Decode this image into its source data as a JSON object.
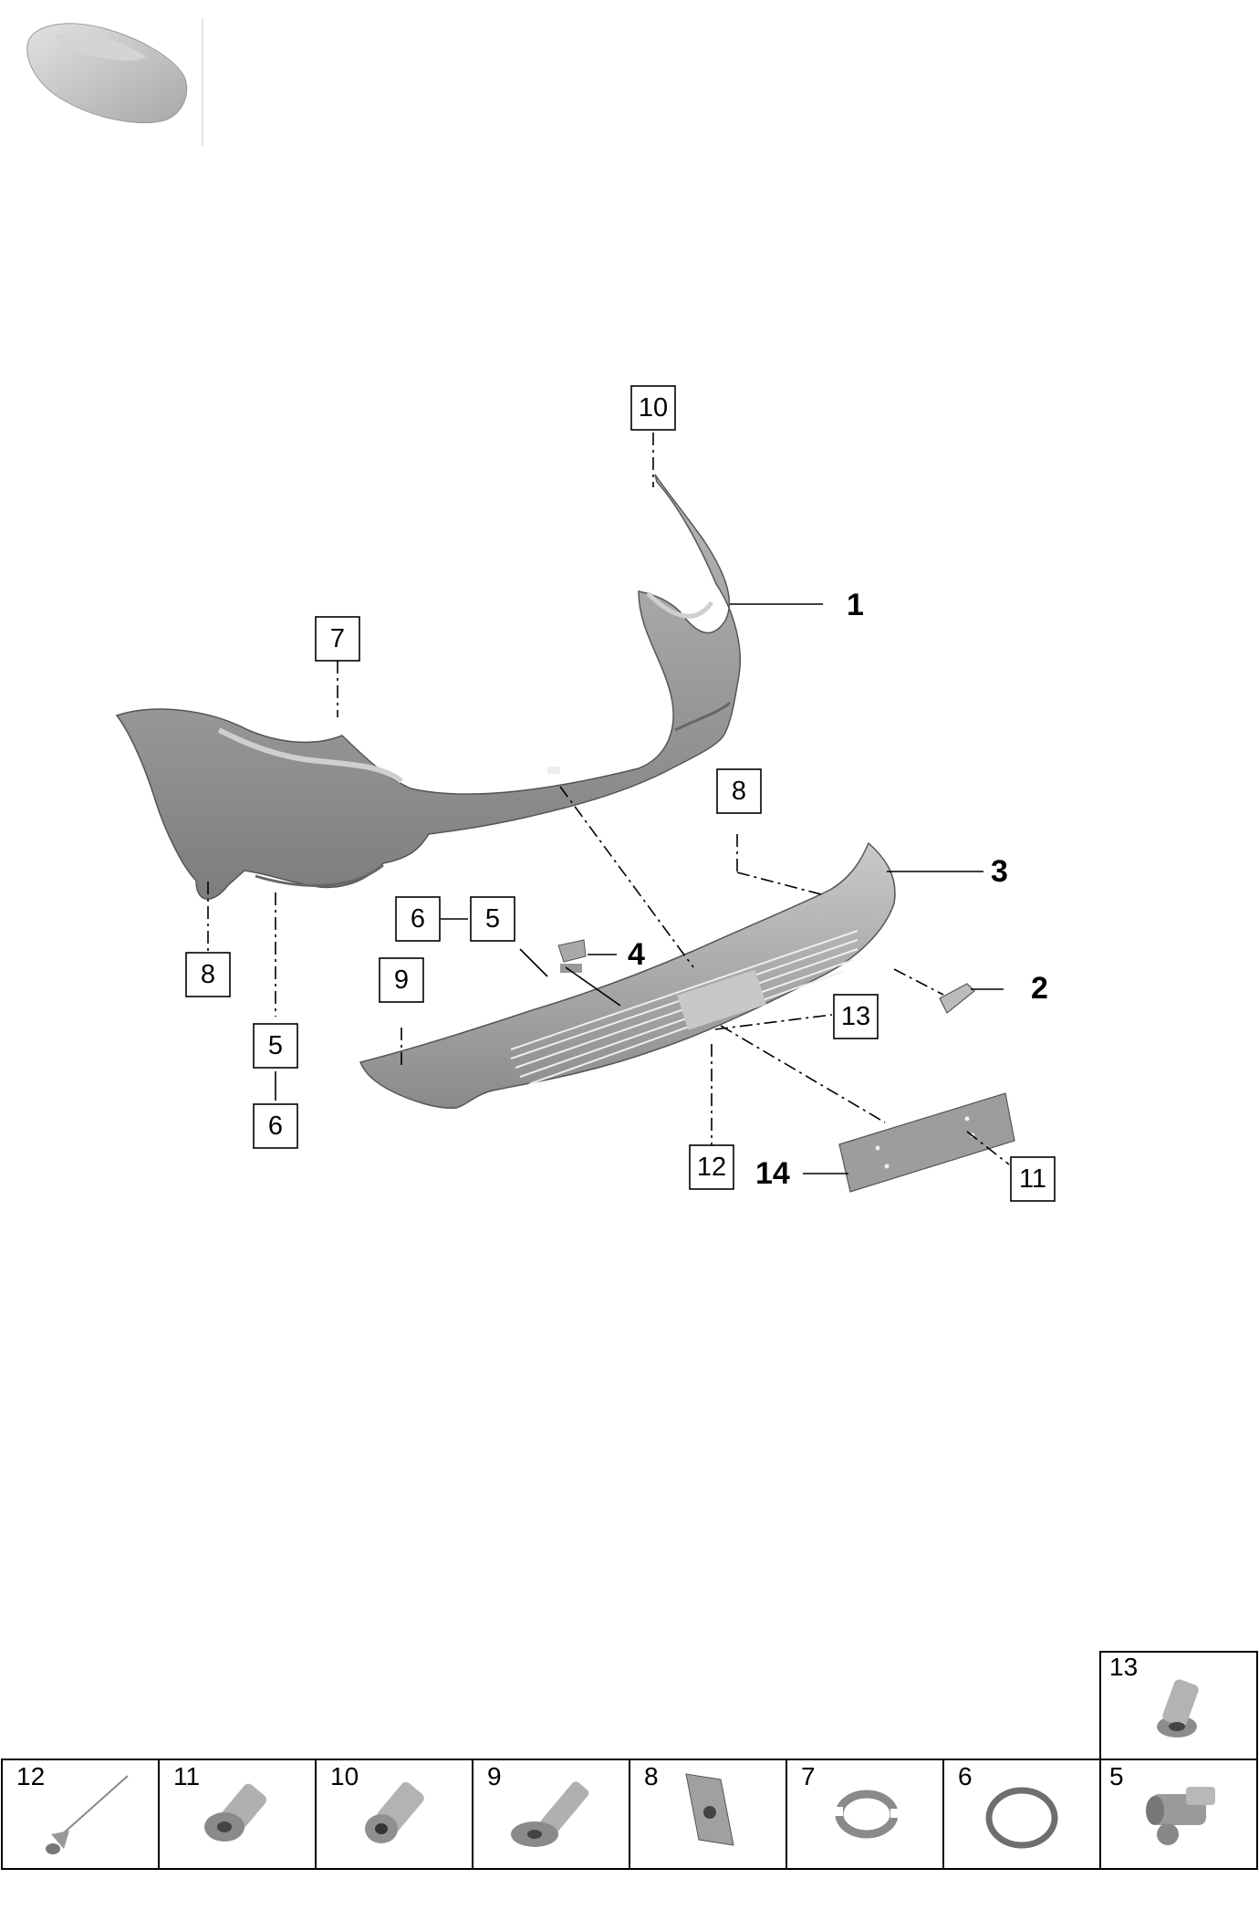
{
  "callouts": {
    "c10_top": "10",
    "c7": "7",
    "c8_left": "8",
    "c5_left": "5",
    "c6_left": "6",
    "c6_mid": "6",
    "c5_mid": "5",
    "c9": "9",
    "c8_right": "8",
    "c13": "13",
    "c12": "12",
    "c11": "11"
  },
  "bold_labels": {
    "p1": "1",
    "p2": "2",
    "p3": "3",
    "p4": "4",
    "p14": "14"
  },
  "parts_table": [
    {
      "number": "12",
      "icon": "rivet-icon"
    },
    {
      "number": "11",
      "icon": "torx-screw-icon"
    },
    {
      "number": "10",
      "icon": "hex-socket-bolt-icon"
    },
    {
      "number": "9",
      "icon": "flange-screw-icon"
    },
    {
      "number": "8",
      "icon": "clip-nut-icon"
    },
    {
      "number": "7",
      "icon": "retaining-ring-icon"
    },
    {
      "number": "6",
      "icon": "o-ring-icon"
    },
    {
      "number": "5",
      "icon": "park-sensor-icon"
    }
  ],
  "parts_table_top": {
    "number": "13",
    "icon": "rivet-nut-icon"
  }
}
